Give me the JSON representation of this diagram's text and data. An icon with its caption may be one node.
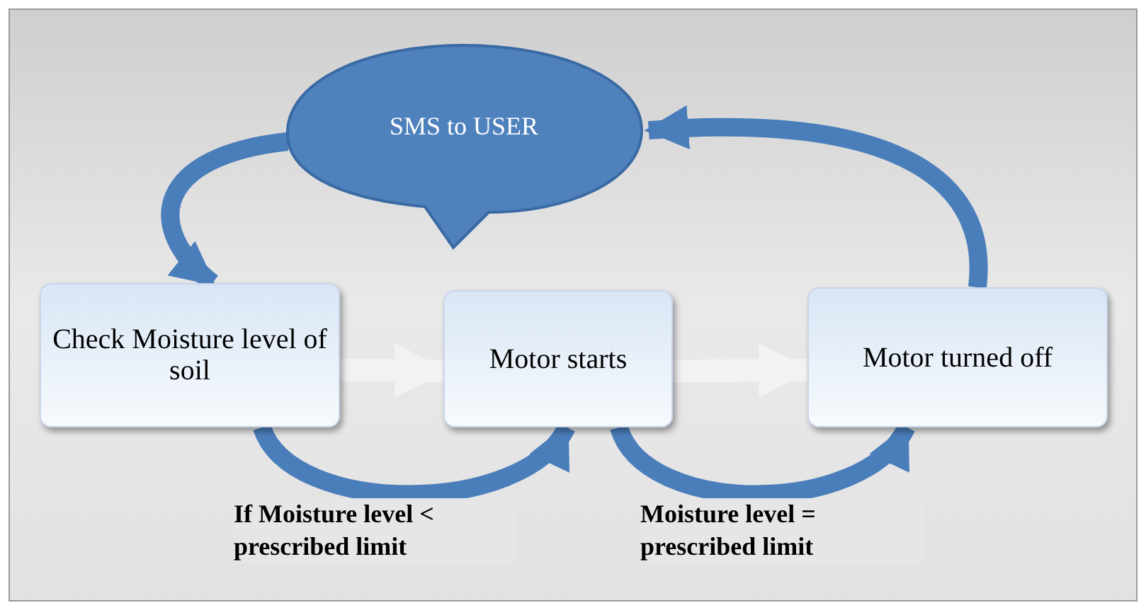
{
  "diagram": {
    "nodes": [
      {
        "text": [
          "SMS to USER"
        ]
      },
      {
        "text": [
          "Check Moisture level of soil"
        ]
      },
      {
        "text": [
          "Motor starts"
        ]
      },
      {
        "text": [
          "Motor turned off"
        ]
      }
    ],
    "edges": [
      {
        "from": 0,
        "to": 1,
        "arrow": "to"
      },
      {
        "from": 3,
        "to": 0,
        "arrow": "to"
      },
      {
        "from": 1,
        "to": 2,
        "arrow": "to",
        "color": "#f2f2f2"
      },
      {
        "from": 2,
        "to": 3,
        "arrow": "to",
        "color": "#f2f2f2"
      },
      {
        "from": 1,
        "to": 2,
        "arrow": "to",
        "label": "If Moisture level < prescribed limit"
      },
      {
        "from": 2,
        "to": 3,
        "arrow": "to",
        "label": "Moisture level = prescribed limit"
      }
    ]
  }
}
